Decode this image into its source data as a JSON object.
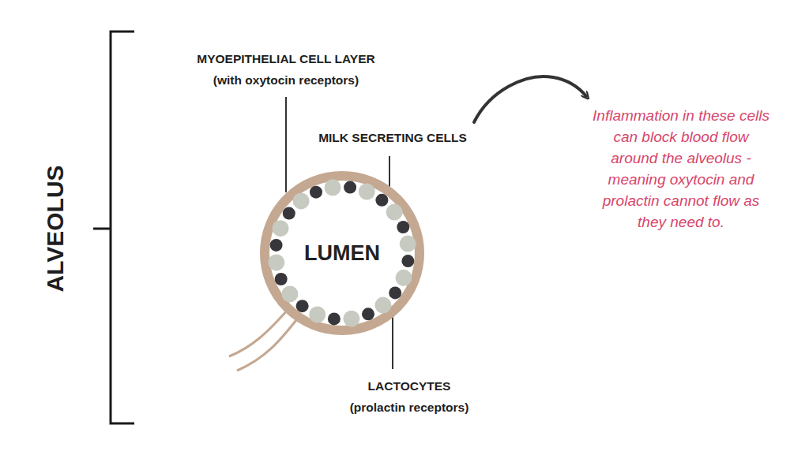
{
  "diagram": {
    "nodes": [
      {
        "text": [
          "LUMEN"
        ]
      }
    ],
    "labels": [
      "ALVEOLUS",
      "MYOEPITHELIAL CELL LAYER",
      "(with oxytocin receptors)",
      "MILK SECRETING CELLS",
      "LACTOCYTES",
      "(prolactin receptors)",
      "Inflammation in these cells can block blood flow around the alveolus - meaning oxytocin and prolactin cannot flow as they need to."
    ]
  }
}
